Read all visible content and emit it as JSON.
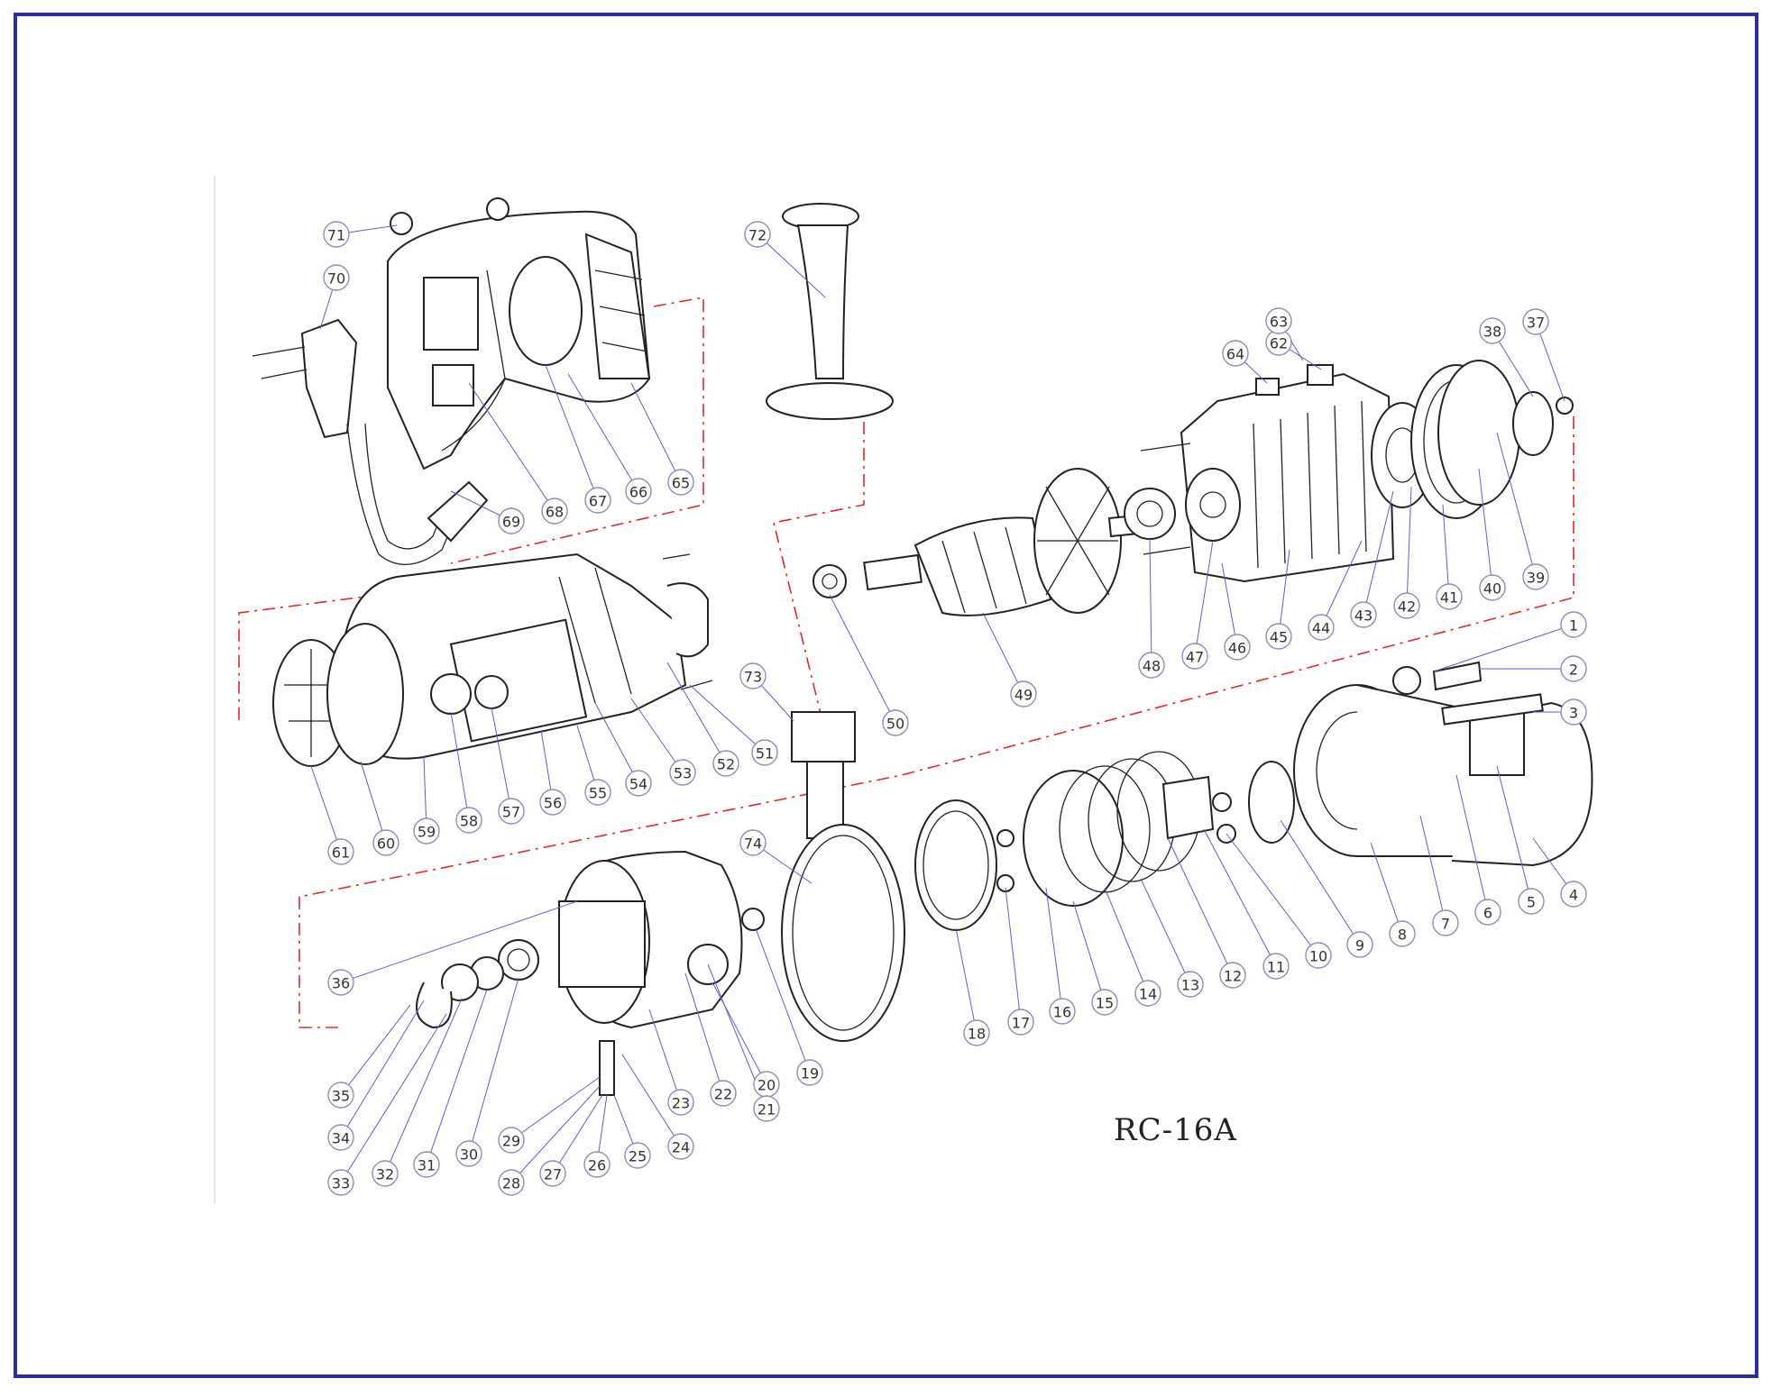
{
  "model": "RC-16A",
  "colors": {
    "frame": "#2a2f9e",
    "dash": "#e02a2a",
    "callout_ring": "#8a8fb8"
  },
  "parts": {
    "p1": "1",
    "p2": "2",
    "p3": "3",
    "p4": "4",
    "p5": "5",
    "p6": "6",
    "p7": "7",
    "p8": "8",
    "p9": "9",
    "p10": "10",
    "p11": "11",
    "p12": "12",
    "p13": "13",
    "p14": "14",
    "p15": "15",
    "p16": "16",
    "p17": "17",
    "p18": "18",
    "p19": "19",
    "p20": "20",
    "p21": "21",
    "p22": "22",
    "p23": "23",
    "p24": "24",
    "p25": "25",
    "p26": "26",
    "p27": "27",
    "p28": "28",
    "p29": "29",
    "p30": "30",
    "p31": "31",
    "p32": "32",
    "p33": "33",
    "p34": "34",
    "p35": "35",
    "p36": "36",
    "p37": "37",
    "p38": "38",
    "p39": "39",
    "p40": "40",
    "p41": "41",
    "p42": "42",
    "p43": "43",
    "p44": "44",
    "p45": "45",
    "p46": "46",
    "p47": "47",
    "p48": "48",
    "p49": "49",
    "p50": "50",
    "p51": "51",
    "p52": "52",
    "p53": "53",
    "p54": "54",
    "p55": "55",
    "p56": "56",
    "p57": "57",
    "p58": "58",
    "p59": "59",
    "p60": "60",
    "p61": "61",
    "p62": "62",
    "p63": "63",
    "p64": "64",
    "p65": "65",
    "p66": "66",
    "p67": "67",
    "p68": "68",
    "p69": "69",
    "p70": "70",
    "p71": "71",
    "p72": "72",
    "p73": "73",
    "p74": "74"
  }
}
